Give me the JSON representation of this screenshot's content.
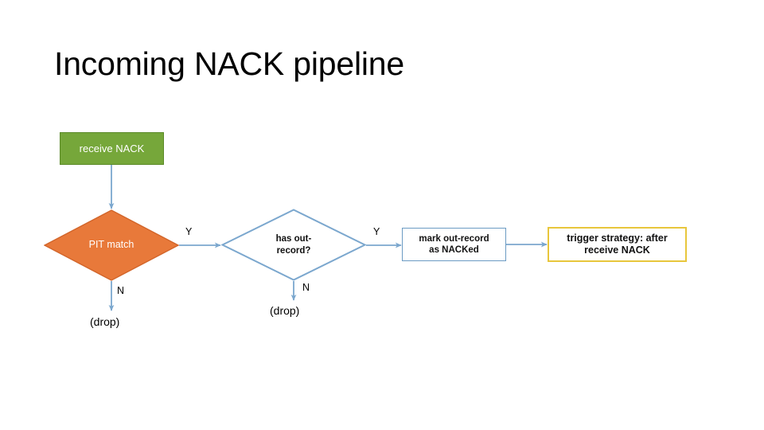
{
  "slide": {
    "title": "Incoming NACK pipeline",
    "background_color": "#ffffff"
  },
  "palette": {
    "green_fill": "#76a73a",
    "green_border": "#5b8a28",
    "orange_fill": "#e8793a",
    "orange_border": "#d2652a",
    "connector_blue": "#7ba7ce",
    "box_border_blue": "#6b9bc3",
    "highlight_yellow": "#e8c63c",
    "text_dark": "#111111",
    "text_light": "#ffffff"
  },
  "diagram": {
    "type": "flowchart",
    "nodes": [
      {
        "id": "receive-nack",
        "shape": "rectangle",
        "label": "receive NACK",
        "fill": "#76a73a",
        "border": "#5b8a28",
        "text_color": "#ffffff"
      },
      {
        "id": "pit-match",
        "shape": "diamond",
        "label": "PIT match",
        "fill": "#e8793a",
        "border": "#d2652a",
        "text_color": "#ffffff"
      },
      {
        "id": "has-out-record",
        "shape": "diamond",
        "label_line1": "has out-",
        "label_line2": "record?",
        "fill": "#ffffff",
        "border": "#7ba7ce",
        "text_color": "#111111"
      },
      {
        "id": "mark-out-record",
        "shape": "rectangle",
        "label_line1": "mark out-record",
        "label_line2": "as NACKed",
        "fill": "#ffffff",
        "border": "#6b9bc3",
        "text_color": "#111111"
      },
      {
        "id": "trigger-strategy",
        "shape": "rectangle",
        "label_line1": "trigger strategy: after",
        "label_line2": "receive NACK",
        "fill": "#ffffff",
        "border": "#e8c63c",
        "text_color": "#111111"
      }
    ],
    "edges": [
      {
        "id": "e1",
        "from": "receive-nack",
        "to": "pit-match",
        "label": ""
      },
      {
        "id": "e2",
        "from": "pit-match",
        "to": "has-out-record",
        "label": "Y"
      },
      {
        "id": "e3",
        "from": "pit-match",
        "to": "drop-1",
        "label": "N"
      },
      {
        "id": "e4",
        "from": "has-out-record",
        "to": "mark-out-record",
        "label": "Y"
      },
      {
        "id": "e5",
        "from": "has-out-record",
        "to": "drop-2",
        "label": "N"
      },
      {
        "id": "e6",
        "from": "mark-out-record",
        "to": "trigger-strategy",
        "label": ""
      }
    ],
    "terminals": [
      {
        "id": "drop-1",
        "label": "(drop)"
      },
      {
        "id": "drop-2",
        "label": "(drop)"
      }
    ],
    "edge_labels": {
      "yes_1": "Y",
      "yes_2": "Y",
      "no_1": "N",
      "no_2": "N"
    }
  }
}
